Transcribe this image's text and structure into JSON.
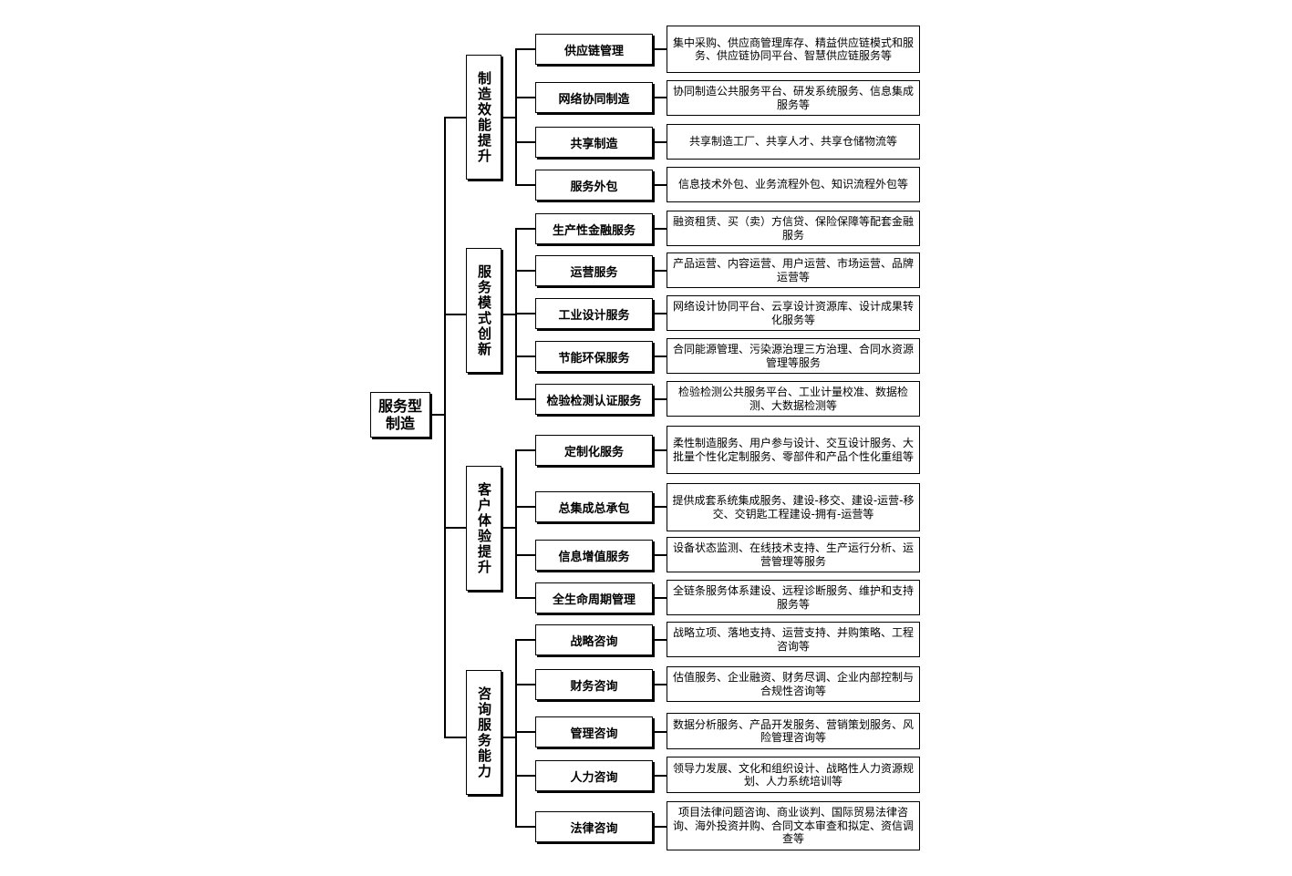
{
  "root": {
    "label": "服务型制造"
  },
  "categories": [
    {
      "label": "制造效能提升",
      "items": [
        {
          "label": "供应链管理",
          "detail": "集中采购、供应商管理库存、精益供应链模式和服务、供应链协同平台、智慧供应链服务等"
        },
        {
          "label": "网络协同制造",
          "detail": "协同制造公共服务平台、研发系统服务、信息集成服务等"
        },
        {
          "label": "共享制造",
          "detail": "共享制造工厂、共享人才、共享仓储物流等"
        },
        {
          "label": "服务外包",
          "detail": "信息技术外包、业务流程外包、知识流程外包等"
        }
      ]
    },
    {
      "label": "服务模式创新",
      "items": [
        {
          "label": "生产性金融服务",
          "detail": "融资租赁、买（卖）方信贷、保险保障等配套金融服务"
        },
        {
          "label": "运营服务",
          "detail": "产品运营、内容运营、用户运营、市场运营、品牌运营等"
        },
        {
          "label": "工业设计服务",
          "detail": "网络设计协同平台、云享设计资源库、设计成果转化服务等"
        },
        {
          "label": "节能环保服务",
          "detail": "合同能源管理、污染源治理三方治理、合同水资源管理等服务"
        },
        {
          "label": "检验检测认证服务",
          "detail": "检验检测公共服务平台、工业计量校准、数据检测、大数据检测等"
        }
      ]
    },
    {
      "label": "客户体验提升",
      "items": [
        {
          "label": "定制化服务",
          "detail": "柔性制造服务、用户参与设计、交互设计服务、大批量个性化定制服务、零部件和产品个性化重组等"
        },
        {
          "label": "总集成总承包",
          "detail": "提供成套系统集成服务、建设-移交、建设-运营-移交、交钥匙工程建设-拥有-运营等"
        },
        {
          "label": "信息增值服务",
          "detail": "设备状态监测、在线技术支持、生产运行分析、运营管理等服务"
        },
        {
          "label": "全生命周期管理",
          "detail": "全链条服务体系建设、远程诊断服务、维护和支持服务等"
        }
      ]
    },
    {
      "label": "咨询服务能力",
      "items": [
        {
          "label": "战略咨询",
          "detail": "战略立项、落地支持、运营支持、并购策略、工程咨询等"
        },
        {
          "label": "财务咨询",
          "detail": "估值服务、企业融资、财务尽调、企业内部控制与合规性咨询等"
        },
        {
          "label": "管理咨询",
          "detail": "数据分析服务、产品开发服务、营销策划服务、风险管理咨询等"
        },
        {
          "label": "人力咨询",
          "detail": "领导力发展、文化和组织设计、战略性人力资源规划、人力系统培训等"
        },
        {
          "label": "法律咨询",
          "detail": "项目法律问题咨询、商业谈判、国际贸易法律咨询、海外投资并购、合同文本审查和拟定、资信调查等"
        }
      ]
    }
  ]
}
